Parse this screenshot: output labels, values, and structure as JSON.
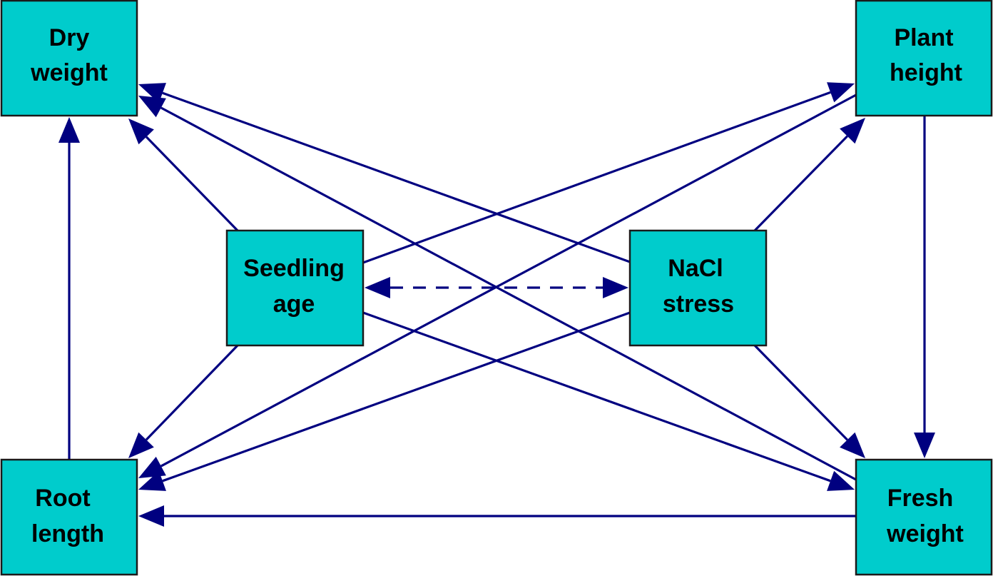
{
  "colors": {
    "node_fill": "#00cccc",
    "node_border": "#1a1a1a",
    "edge": "#000080",
    "background": "#ffffff"
  },
  "nodes": [
    {
      "id": "dry_weight",
      "lines": [
        "Dry",
        "weight"
      ]
    },
    {
      "id": "plant_height",
      "lines": [
        "Plant",
        "height"
      ]
    },
    {
      "id": "seedling_age",
      "lines": [
        "Seedling",
        "age"
      ]
    },
    {
      "id": "nacl_stress",
      "lines": [
        "NaCl",
        "stress"
      ]
    },
    {
      "id": "root_length",
      "lines": [
        "Root",
        "length"
      ]
    },
    {
      "id": "fresh_weight",
      "lines": [
        "Fresh",
        "weight"
      ]
    }
  ],
  "edges": [
    {
      "from": "root_length",
      "to": "dry_weight",
      "style": "solid"
    },
    {
      "from": "plant_height",
      "to": "fresh_weight",
      "style": "solid"
    },
    {
      "from": "fresh_weight",
      "to": "root_length",
      "style": "solid"
    },
    {
      "from": "seedling_age",
      "to": "dry_weight",
      "style": "solid"
    },
    {
      "from": "seedling_age",
      "to": "plant_height",
      "style": "solid"
    },
    {
      "from": "seedling_age",
      "to": "root_length",
      "style": "solid"
    },
    {
      "from": "seedling_age",
      "to": "fresh_weight",
      "style": "solid"
    },
    {
      "from": "nacl_stress",
      "to": "dry_weight",
      "style": "solid"
    },
    {
      "from": "nacl_stress",
      "to": "plant_height",
      "style": "solid"
    },
    {
      "from": "nacl_stress",
      "to": "root_length",
      "style": "solid"
    },
    {
      "from": "nacl_stress",
      "to": "fresh_weight",
      "style": "solid"
    },
    {
      "from": "fresh_weight",
      "to": "dry_weight",
      "style": "solid"
    },
    {
      "from": "plant_height",
      "to": "root_length",
      "style": "solid"
    },
    {
      "from": "seedling_age",
      "to": "nacl_stress",
      "style": "dashed",
      "bidirectional": true
    }
  ]
}
